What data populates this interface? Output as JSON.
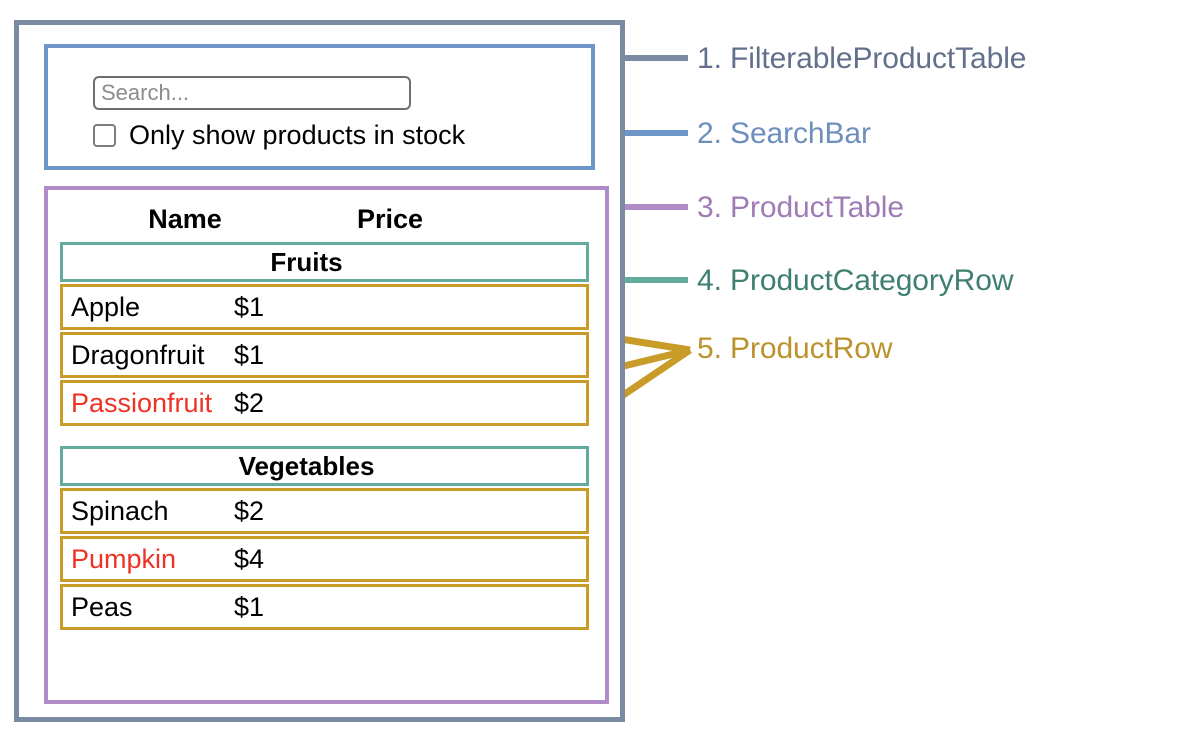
{
  "diagram": {
    "title": "React component hierarchy diagram — FilterableProductTable",
    "colors": {
      "filterable_product_table": "#7b8aa3",
      "search_bar": "#6e95c8",
      "product_table": "#b18ac8",
      "product_category_row": "#63ab9d",
      "product_row": "#c99b28",
      "out_of_stock_text": "#ee3223",
      "text": "#000000",
      "background": "#ffffff"
    }
  },
  "search_bar": {
    "search_input": {
      "value": "",
      "placeholder": "Search..."
    },
    "checkbox": {
      "label": "Only show products in stock",
      "checked": false
    }
  },
  "product_table": {
    "columns": [
      "Name",
      "Price"
    ],
    "groups": [
      {
        "category": "Fruits",
        "rows": [
          {
            "name": "Apple",
            "price": "$1",
            "in_stock": true
          },
          {
            "name": "Dragonfruit",
            "price": "$1",
            "in_stock": true
          },
          {
            "name": "Passionfruit",
            "price": "$2",
            "in_stock": false
          }
        ]
      },
      {
        "category": "Vegetables",
        "rows": [
          {
            "name": "Spinach",
            "price": "$2",
            "in_stock": true
          },
          {
            "name": "Pumpkin",
            "price": "$4",
            "in_stock": false
          },
          {
            "name": "Peas",
            "price": "$1",
            "in_stock": true
          }
        ]
      }
    ]
  },
  "legend": [
    {
      "number": "1.",
      "label": "FilterableProductTable",
      "text": "1. FilterableProductTable",
      "color": "#62708c"
    },
    {
      "number": "2.",
      "label": "SearchBar",
      "text": "2. SearchBar",
      "color": "#6e8fbd"
    },
    {
      "number": "3.",
      "label": "ProductTable",
      "text": "3. ProductTable",
      "color": "#9f7cb5"
    },
    {
      "number": "4.",
      "label": "ProductCategoryRow",
      "text": "4. ProductCategoryRow",
      "color": "#3f7f72"
    },
    {
      "number": "5.",
      "label": "ProductRow",
      "text": "5. ProductRow",
      "color": "#bb922c"
    }
  ]
}
